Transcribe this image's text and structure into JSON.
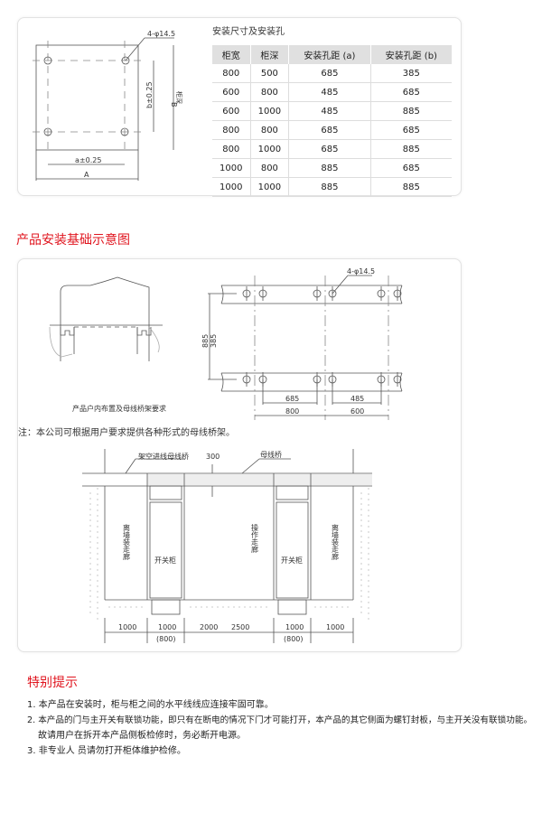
{
  "install_table": {
    "title": "安装尺寸及安装孔",
    "headers": [
      "柜宽",
      "柜深",
      "安装孔距 (a)",
      "安装孔距 (b)"
    ],
    "rows": [
      [
        "800",
        "500",
        "685",
        "385"
      ],
      [
        "600",
        "800",
        "485",
        "685"
      ],
      [
        "600",
        "1000",
        "485",
        "885"
      ],
      [
        "800",
        "800",
        "685",
        "685"
      ],
      [
        "800",
        "1000",
        "685",
        "885"
      ],
      [
        "1000",
        "800",
        "885",
        "685"
      ],
      [
        "1000",
        "1000",
        "885",
        "885"
      ]
    ]
  },
  "top_diagram": {
    "hole_label": "4-φ14.5",
    "b_label": "b±0.25",
    "B_label": "B",
    "depth_label": "柜深",
    "a_label": "a±0.25",
    "A_label": "A"
  },
  "section_title": "产品安装基础示意图",
  "foundation": {
    "caption": "产品户内布置及母线桥架要求",
    "hole_label": "4-φ14.5",
    "dim_885": "885",
    "dim_385": "385",
    "dim_685": "685",
    "dim_485": "485",
    "dim_800": "800",
    "dim_600": "600",
    "note": "注：本公司可根据用户要求提供各种形式的母线桥架。"
  },
  "layout_plan": {
    "overhead_bridge": "架空进线母线桥",
    "dim_300": "300",
    "bus_bridge": "母线桥",
    "wall_corridor": "离墙装走廊",
    "operation_corridor": "操作走廊",
    "switchgear": "开关柜",
    "dims": [
      "1000",
      "1000",
      "2000",
      "2500",
      "1000",
      "1000"
    ],
    "alt_dim": "(800)"
  },
  "tips": {
    "title": "特别提示",
    "items": [
      "1. 本产品在安装时，柜与柜之间的水平线线应连接牢固可靠。",
      "2. 本产品的门与主开关有联锁功能，即只有在断电的情况下门才可能打开，本产品的其它侧面为螺钉封板，与主开关没有联锁功能。",
      "故请用户在拆开本产品侧板检修时，务必断开电源。",
      "3. 非专业人 员请勿打开柜体维护检修。"
    ]
  }
}
